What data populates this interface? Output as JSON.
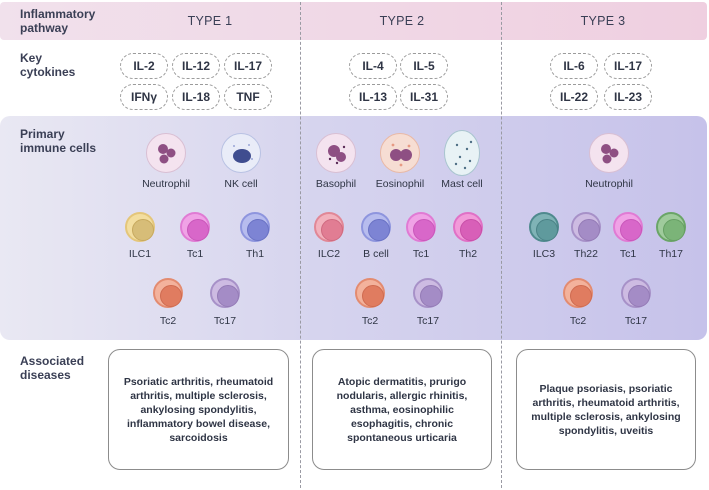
{
  "header": {
    "row_label": "Inflammatory pathway",
    "columns": [
      "TYPE 1",
      "TYPE 2",
      "TYPE 3"
    ]
  },
  "cytokines": {
    "row_label": "Key cytokines",
    "type1": [
      "IL-2",
      "IL-12",
      "IL-17",
      "IFNγ",
      "IL-18",
      "TNF"
    ],
    "type2": [
      "IL-4",
      "IL-5",
      "IL-13",
      "IL-31"
    ],
    "type3": [
      "IL-6",
      "IL-17",
      "IL-22",
      "IL-23"
    ]
  },
  "cells": {
    "row_label": "Primary immune cells",
    "type1_granulocytes": [
      "Neutrophil",
      "NK cell"
    ],
    "type1_lymphocytes": [
      "ILC1",
      "Tc1",
      "Th1",
      "Tc2",
      "Tc17"
    ],
    "type2_granulocytes": [
      "Basophil",
      "Eosinophil",
      "Mast cell"
    ],
    "type2_lymphocytes": [
      "ILC2",
      "B cell",
      "Tc1",
      "Th2",
      "Tc2",
      "Tc17"
    ],
    "type3_granulocytes": [
      "Neutrophil"
    ],
    "type3_lymphocytes": [
      "ILC3",
      "Th22",
      "Tc1",
      "Th17",
      "Tc2",
      "Tc17"
    ]
  },
  "diseases": {
    "row_label": "Associated diseases",
    "type1": "Psoriatic arthritis, rheumatoid arthritis, multiple sclerosis, ankylosing spondylitis, inflammatory bowel disease, sarcoidosis",
    "type2": "Atopic dermatitis, prurigo nodularis, allergic rhinitis, asthma, eosinophilic esophagitis, chronic spontaneous urticaria",
    "type3": "Plaque psoriasis, psoriatic arthritis, rheumatoid arthritis, multiple sclerosis, ankylosing spondylitis, uveitis"
  },
  "colors": {
    "header_band": "#efd6e6",
    "cells_band": "#d3d1ef",
    "ILC1": "#f3dea0",
    "Tc1": "#ee86df",
    "Th1": "#a3a9ec",
    "Tc2": "#f0a48c",
    "Tc17": "#c4b0dc",
    "ILC2": "#ef9aab",
    "B cell": "#a3a9ec",
    "Th2": "#ee7fd0",
    "ILC3": "#6fa5a8",
    "Th22": "#c4b0dc",
    "Th17": "#8fc28c"
  }
}
